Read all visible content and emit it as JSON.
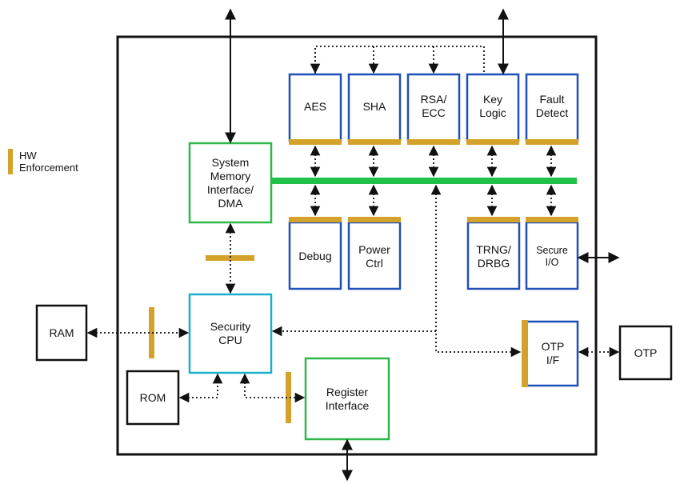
{
  "legend": {
    "label": "HW\nEnforcement",
    "color": "#d4a22a"
  },
  "colors": {
    "bus": "#22c24a",
    "crypto_border": "#1f4fb8",
    "sys_border": "#2eb84a",
    "cpu_border": "#1ab0c8",
    "hw_bar": "#d4a22a"
  },
  "blocks": {
    "aes": "AES",
    "sha": "SHA",
    "rsa_ecc": "RSA/\nECC",
    "key_logic": "Key\nLogic",
    "fault_detect": "Fault\nDetect",
    "sys_mem": "System\nMemory\nInterface/\nDMA",
    "debug": "Debug",
    "power_ctrl": "Power\nCtrl",
    "trng": "TRNG/\nDRBG",
    "secure_io": "Secure\nI/O",
    "security_cpu": "Security\nCPU",
    "otp_if": "OTP\nI/F",
    "register_if": "Register\nInterface",
    "ram": "RAM",
    "rom": "ROM",
    "otp": "OTP"
  }
}
